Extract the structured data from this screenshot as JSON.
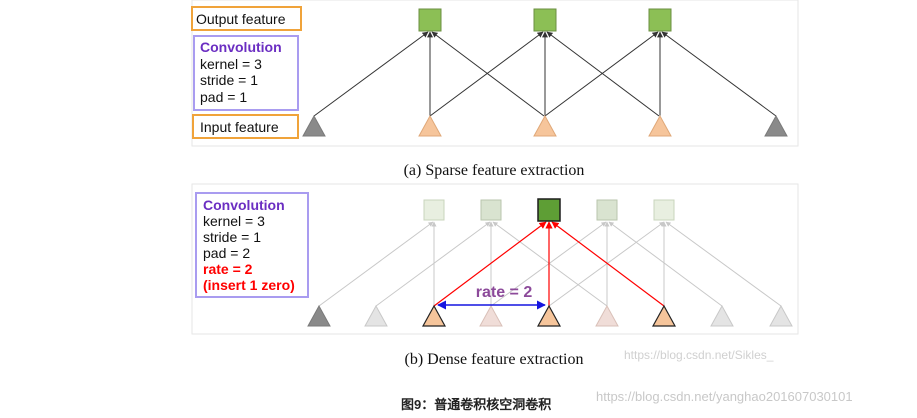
{
  "panel_a": {
    "output_label": "Output feature",
    "input_label": "Input feature",
    "conv_title": "Convolution",
    "kernel": "kernel = 3",
    "stride": "stride = 1",
    "pad": "pad = 1",
    "caption": "(a) Sparse feature extraction"
  },
  "panel_b": {
    "conv_title": "Convolution",
    "kernel": "kernel = 3",
    "stride": "stride = 1",
    "pad": "pad = 2",
    "rate": "rate = 2",
    "insert": "(insert 1 zero)",
    "rate_arrow_label": "rate = 2",
    "caption": "(b) Dense feature extraction",
    "watermark": "https://blog.csdn.net/Sikles_"
  },
  "figure_caption": "图9：普通卷积核空洞卷积",
  "figure_watermark": "https://blog.csdn.net/yanghao201607030101",
  "colors": {
    "output_green": "#8cbf55",
    "active_green": "#5e9e35",
    "faded_green": "#dfe8d5",
    "input_orange": "#f6c59b",
    "padding_gray": "#8a8a8a",
    "faded_gray": "#e4e4e4",
    "faded_pink": "#f0ddd8",
    "label_border_orange": "#f0a33a",
    "conv_border_blue": "#a99cf0",
    "conv_title_purple": "#6b2ec2",
    "rate_red": "#ff0000",
    "rate_arrow_blue": "#1515e0",
    "rate_label_purple": "#8c4a9a"
  }
}
